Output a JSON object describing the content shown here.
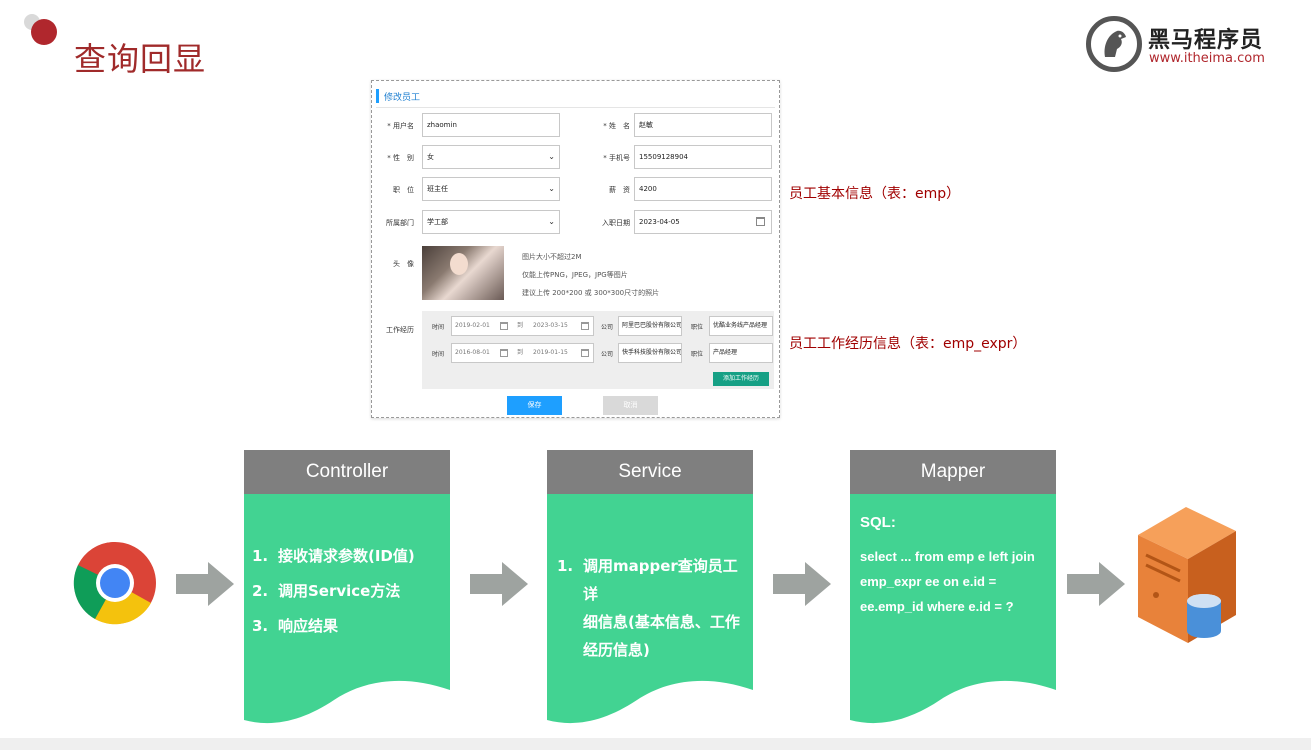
{
  "header": {
    "title": "查询回显",
    "logo_name": "黑马程序员",
    "logo_url": "www.itheima.com"
  },
  "form": {
    "title": "修改员工",
    "fields": {
      "username_label": "* 用户名",
      "username_value": "zhaomin",
      "name_label": "* 姓　名",
      "name_value": "赵敏",
      "gender_label": "* 性　别",
      "gender_value": "女",
      "phone_label": "* 手机号",
      "phone_value": "15509128904",
      "position_label": "职　位",
      "position_value": "班主任",
      "salary_label": "薪　资",
      "salary_value": "4200",
      "dept_label": "所属部门",
      "dept_value": "学工部",
      "entry_label": "入职日期",
      "entry_value": "2023-04-05",
      "avatar_label": "头　像"
    },
    "avatar_hints": [
      "图片大小不超过2M",
      "仅能上传PNG，JPEG，JPG等图片",
      "建议上传 200*200 或 300*300尺寸的照片"
    ],
    "experience": {
      "label": "工作经历",
      "time_label": "时间",
      "to_label": "到",
      "company_label": "公司",
      "job_label": "职位",
      "rows": [
        {
          "begin": "2019-02-01",
          "end": "2023-03-15",
          "company": "阿里巴巴股份有限公司",
          "job": "优酷业务线产品经理"
        },
        {
          "begin": "2016-08-01",
          "end": "2019-01-15",
          "company": "快手科技股份有限公司",
          "job": "产品经理"
        }
      ],
      "add_label": "添加工作经历"
    },
    "save_label": "保存",
    "cancel_label": "取消"
  },
  "notes": {
    "basic": "员工基本信息（表：emp）",
    "expr": "员工工作经历信息（表：emp_expr）"
  },
  "flow": {
    "controller": {
      "title": "Controller",
      "items": [
        {
          "num": "1.",
          "text": "接收请求参数(ID值)"
        },
        {
          "num": "2.",
          "text": "调用Service方法"
        },
        {
          "num": "3.",
          "text": "响应结果"
        }
      ]
    },
    "service": {
      "title": "Service",
      "num": "1.",
      "lines": [
        "调用mapper查询员工详",
        "细信息(基本信息、工作",
        "经历信息)"
      ]
    },
    "mapper": {
      "title": "Mapper",
      "sql_label": "SQL:",
      "sql_lines": [
        "select ... from emp e left join",
        "emp_expr ee on e.id =",
        "ee.emp_id where e.id = ?"
      ]
    }
  },
  "colors": {
    "accent_red": "#a02a2a",
    "flow_green": "#42d392",
    "flow_head": "#7f7f7f",
    "arrow_gray": "#9ea3a0"
  }
}
